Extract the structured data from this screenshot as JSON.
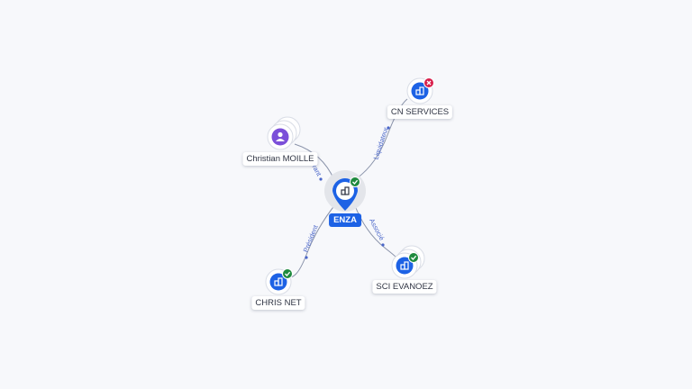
{
  "colors": {
    "company": "#1d62e5",
    "person": "#7b4fd9",
    "active": "#1e8a3e",
    "closed": "#d8204c",
    "edge": "#8a93aa",
    "edge_label": "#4a66c9"
  },
  "center": {
    "name": "ENZA",
    "icon": "building-icon",
    "status": "active"
  },
  "nodes": [
    {
      "id": "cn-services",
      "name": "CN SERVICES",
      "icon": "building-icon",
      "kind": "company",
      "status": "closed",
      "stacked": false
    },
    {
      "id": "christian-moille",
      "name": "Christian MOILLE",
      "icon": "person-icon",
      "kind": "person",
      "status": null,
      "stacked": true
    },
    {
      "id": "chris-net",
      "name": "CHRIS NET",
      "icon": "building-icon",
      "kind": "company",
      "status": "active",
      "stacked": false
    },
    {
      "id": "sci-evanoez",
      "name": "SCI EVANOEZ",
      "icon": "building-icon",
      "kind": "company",
      "status": "active",
      "stacked": true
    }
  ],
  "edges": [
    {
      "to": "cn-services",
      "label": "Liquidateur"
    },
    {
      "to": "christian-moille",
      "label": "Gérant"
    },
    {
      "to": "chris-net",
      "label": "Président"
    },
    {
      "to": "sci-evanoez",
      "label": "Associé"
    }
  ]
}
